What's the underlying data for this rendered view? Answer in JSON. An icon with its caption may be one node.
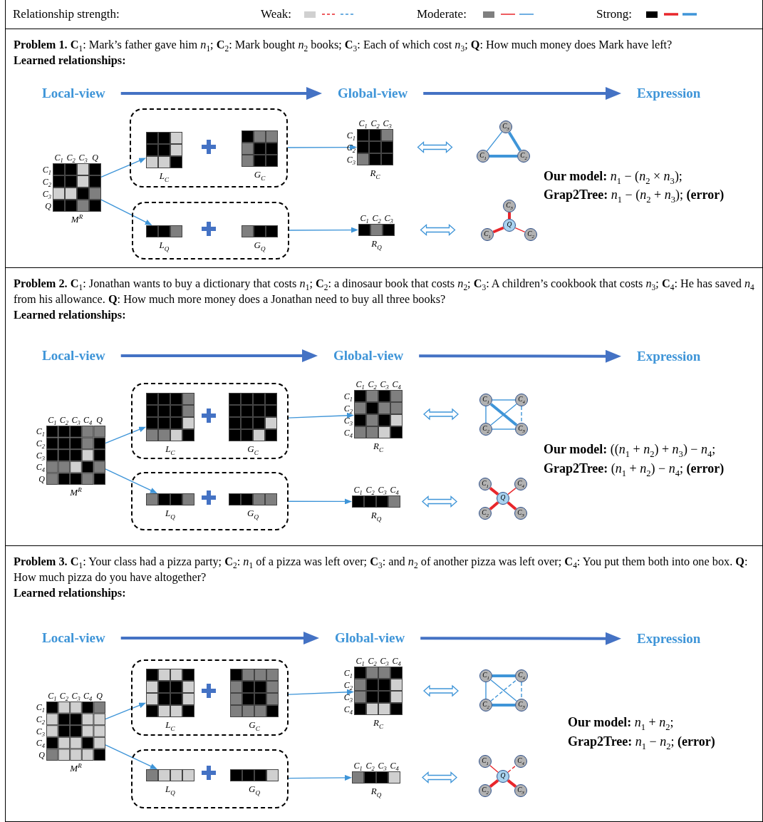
{
  "diagram": {
    "nodes": [
      {
        "text": [
          "**Problem 1.** **C**$_{1}$: Mark’s father gave him *n*$_{1}$; **C**$_{2}$: Mark bought *n*$_{2}$ books; **C**$_{3}$: Each of which cost *n*$_{3}$; **Q**: How much money does Mark have left?",
          "Learned relationships:"
        ]
      },
      {
        "text": [
          "Local-view"
        ],
        "in": 0
      },
      {
        "text": [
          "Global-view"
        ],
        "in": 0
      },
      {
        "text": [
          "Expression"
        ],
        "in": 0
      },
      {
        "text": [
          "M$^{R}$"
        ],
        "beside": [
          "C$_{1}$",
          "C$_{2}$",
          "C$_{3}$",
          "Q",
          "C$_{1}$",
          "C$_{2}$",
          "C$_{3}$",
          "Q"
        ],
        "in": 0
      },
      {
        "text": [],
        "shape": "box",
        "in": 0
      },
      {
        "text": [
          "L$_{C}$"
        ],
        "in": 5
      },
      {
        "text": [
          "G$_{C}$"
        ],
        "in": 5
      },
      {
        "text": [
          "R$_{C}$"
        ],
        "beside": [
          "C$_{1}$",
          "C$_{2}$",
          "C$_{3}$",
          "C$_{1}$",
          "C$_{2}$",
          "C$_{3}$"
        ],
        "in": 0
      },
      {
        "text": [
          "C$_{3}$"
        ],
        "in": 0
      },
      {
        "text": [
          "C$_{1}$"
        ],
        "in": 0
      },
      {
        "text": [
          "C$_{2}$"
        ],
        "in": 0
      },
      {
        "text": [],
        "shape": "box",
        "in": 0
      },
      {
        "text": [
          "L$_{Q}$"
        ],
        "in": 12
      },
      {
        "text": [
          "G$_{Q}$"
        ],
        "in": 12
      },
      {
        "text": [
          "R$_{Q}$"
        ],
        "beside": [
          "C$_{1}$",
          "C$_{2}$",
          "C$_{3}$"
        ],
        "in": 0
      },
      {
        "text": [
          "C$_{3}$"
        ],
        "in": 0
      },
      {
        "text": [
          "Q"
        ],
        "in": 0
      },
      {
        "text": [
          "C$_{1}$"
        ],
        "in": 0
      },
      {
        "text": [
          "C$_{2}$"
        ],
        "in": 0
      },
      {
        "text": [
          "**Problem 2.** **C**$_{1}$: Jonathan wants to buy a dictionary that costs *n*$_{1}$; **C**$_{2}$: a dinosaur book that costs *n*$_{2}$; **C**$_{3}$: A children’s cookbook that costs *n*$_{3}$; **C**$_{4}$: He has saved *n*$_{4}$ from his allowance. **Q**: How much more money does a Jonathan need to buy all three books?",
          "Learned relationships:"
        ]
      },
      {
        "text": [
          "Local-view"
        ],
        "in": 20
      },
      {
        "text": [
          "Global-view"
        ],
        "in": 20
      },
      {
        "text": [
          "Expression"
        ],
        "in": 20
      },
      {
        "text": [
          "M$^{R}$"
        ],
        "beside": [
          "C$_{1}$",
          "C$_{2}$",
          "C$_{3}$",
          "C$_{4}$",
          "Q",
          "C$_{1}$",
          "C$_{2}$",
          "C$_{3}$",
          "C$_{4}$",
          "Q"
        ],
        "in": 20
      },
      {
        "text": [],
        "shape": "box",
        "in": 20
      },
      {
        "text": [
          "L$_{C}$"
        ],
        "in": 25
      },
      {
        "text": [
          "G$_{C}$"
        ],
        "in": 25
      },
      {
        "text": [
          "R$_{C}$"
        ],
        "beside": [
          "C$_{1}$",
          "C$_{2}$",
          "C$_{3}$",
          "C$_{4}$",
          "C$_{1}$",
          "C$_{2}$",
          "C$_{3}$",
          "C$_{4}$"
        ],
        "in": 20
      },
      {
        "text": [
          "C$_{1}$"
        ],
        "in": 20
      },
      {
        "text": [
          "C$_{4}$"
        ],
        "in": 20
      },
      {
        "text": [
          "C$_{2}$"
        ],
        "in": 20
      },
      {
        "text": [
          "C$_{3}$"
        ],
        "in": 20
      },
      {
        "text": [],
        "shape": "box",
        "in": 20
      },
      {
        "text": [
          "L$_{Q}$"
        ],
        "in": 33
      },
      {
        "text": [
          "G$_{Q}$"
        ],
        "in": 33
      },
      {
        "text": [
          "R$_{Q}$"
        ],
        "beside": [
          "C$_{1}$",
          "C$_{2}$",
          "C$_{3}$",
          "C$_{4}$"
        ],
        "in": 20
      },
      {
        "text": [
          "C$_{1}$"
        ],
        "in": 20
      },
      {
        "text": [
          "C$_{4}$"
        ],
        "in": 20
      },
      {
        "text": [
          "Q"
        ],
        "in": 20
      },
      {
        "text": [
          "C$_{2}$"
        ],
        "in": 20
      },
      {
        "text": [
          "C$_{3}$"
        ],
        "in": 20
      },
      {
        "text": [
          "**Problem 3.** **C**$_{1}$: Your class had a pizza party; **C**$_{2}$: *n*$_{1}$ of a pizza was left over; **C**$_{3}$: and *n*$_{2}$ of another pizza was left over; **C**$_{4}$: You put them both into one box. **Q**: How much pizza do you have altogether?",
          "Learned relationships:"
        ]
      },
      {
        "text": [
          "Local-view"
        ],
        "in": 42
      },
      {
        "text": [
          "Global-view"
        ],
        "in": 42
      },
      {
        "text": [
          "Expression"
        ],
        "in": 42
      },
      {
        "text": [
          "M$^{R}$"
        ],
        "beside": [
          "C$_{1}$",
          "C$_{2}$",
          "C$_{3}$",
          "C$_{4}$",
          "Q",
          "C$_{1}$",
          "C$_{2}$",
          "C$_{3}$",
          "C$_{4}$",
          "Q"
        ],
        "in": 42
      },
      {
        "text": [],
        "shape": "box",
        "in": 42
      },
      {
        "text": [
          "L$_{C}$"
        ],
        "in": 47
      },
      {
        "text": [
          "G$_{C}$"
        ],
        "in": 47
      },
      {
        "text": [
          "R$_{C}$"
        ],
        "beside": [
          "C$_{1}$",
          "C$_{2}$",
          "C$_{3}$",
          "C$_{4}$",
          "C$_{1}$",
          "C$_{2}$",
          "C$_{3}$",
          "C$_{4}$"
        ],
        "in": 42
      },
      {
        "text": [
          "C$_{1}$"
        ],
        "in": 42
      },
      {
        "text": [
          "C$_{4}$"
        ],
        "in": 42
      },
      {
        "text": [
          "C$_{2}$"
        ],
        "in": 42
      },
      {
        "text": [
          "C$_{3}$"
        ],
        "in": 42
      },
      {
        "text": [],
        "shape": "box",
        "in": 42
      },
      {
        "text": [
          "L$_{Q}$"
        ],
        "in": 55
      },
      {
        "text": [
          "G$_{Q}$"
        ],
        "in": 55
      },
      {
        "text": [
          "R$_{Q}$"
        ],
        "beside": [
          "C$_{1}$",
          "C$_{2}$",
          "C$_{3}$",
          "C$_{4}$"
        ],
        "in": 42
      },
      {
        "text": [
          "C$_{1}$"
        ],
        "in": 42
      },
      {
        "text": [
          "C$_{4}$"
        ],
        "in": 42
      },
      {
        "text": [
          "Q"
        ],
        "in": 42
      },
      {
        "text": [
          "C$_{2}$"
        ],
        "in": 42
      },
      {
        "text": [
          "C$_{3}$"
        ],
        "in": 42
      }
    ],
    "edges": [
      {
        "from": 1,
        "to": 2,
        "arrow": "to",
        "style": "thick",
        "color": "#4472c4"
      },
      {
        "from": 2,
        "to": 3,
        "arrow": "to",
        "style": "thick",
        "color": "#4472c4"
      },
      {
        "from": 4,
        "to": 6,
        "arrow": "to"
      },
      {
        "from": 4,
        "to": 13,
        "arrow": "to"
      },
      {
        "from": 5,
        "to": 8,
        "arrow": "to"
      },
      {
        "from": 12,
        "to": 15,
        "arrow": "to"
      },
      {
        "from": 8,
        "to": 10,
        "arrow": "both"
      },
      {
        "from": 15,
        "to": 18,
        "arrow": "both"
      },
      {
        "from": 9,
        "to": 10,
        "arrow": "none"
      },
      {
        "from": 9,
        "to": 11,
        "arrow": "none",
        "style": "thick"
      },
      {
        "from": 10,
        "to": 11,
        "arrow": "none",
        "style": "thick"
      },
      {
        "from": 17,
        "to": 16,
        "arrow": "none",
        "style": "thick",
        "color": "#e8262b"
      },
      {
        "from": 17,
        "to": 18,
        "arrow": "none",
        "style": "thick",
        "color": "#e8262b"
      },
      {
        "from": 17,
        "to": 19,
        "arrow": "none",
        "color": "#e8262b"
      },
      {
        "from": 21,
        "to": 22,
        "arrow": "to",
        "style": "thick",
        "color": "#4472c4"
      },
      {
        "from": 22,
        "to": 23,
        "arrow": "to",
        "style": "thick",
        "color": "#4472c4"
      },
      {
        "from": 24,
        "to": 26,
        "arrow": "to"
      },
      {
        "from": 24,
        "to": 34,
        "arrow": "to"
      },
      {
        "from": 25,
        "to": 28,
        "arrow": "to"
      },
      {
        "from": 33,
        "to": 36,
        "arrow": "to"
      },
      {
        "from": 28,
        "to": 29,
        "arrow": "both"
      },
      {
        "from": 36,
        "to": 40,
        "arrow": "both"
      },
      {
        "from": 29,
        "to": 30,
        "arrow": "none"
      },
      {
        "from": 29,
        "to": 31,
        "arrow": "none"
      },
      {
        "from": 29,
        "to": 32,
        "arrow": "none",
        "style": "thick"
      },
      {
        "from": 31,
        "to": 30,
        "arrow": "none"
      },
      {
        "from": 31,
        "to": 32,
        "arrow": "none"
      },
      {
        "from": 30,
        "to": 32,
        "arrow": "none",
        "style": "dashed"
      },
      {
        "from": 39,
        "to": 37,
        "arrow": "none",
        "style": "thick",
        "color": "#e8262b"
      },
      {
        "from": 39,
        "to": 38,
        "arrow": "none",
        "color": "#e8262b"
      },
      {
        "from": 39,
        "to": 40,
        "arrow": "none",
        "style": "thick",
        "color": "#e8262b"
      },
      {
        "from": 39,
        "to": 41,
        "arrow": "none",
        "style": "thick",
        "color": "#e8262b"
      },
      {
        "from": 43,
        "to": 44,
        "arrow": "to",
        "style": "thick",
        "color": "#4472c4"
      },
      {
        "from": 44,
        "to": 45,
        "arrow": "to",
        "style": "thick",
        "color": "#4472c4"
      },
      {
        "from": 46,
        "to": 48,
        "arrow": "to"
      },
      {
        "from": 46,
        "to": 56,
        "arrow": "to"
      },
      {
        "from": 47,
        "to": 50,
        "arrow": "to"
      },
      {
        "from": 55,
        "to": 58,
        "arrow": "to"
      },
      {
        "from": 50,
        "to": 51,
        "arrow": "both"
      },
      {
        "from": 58,
        "to": 62,
        "arrow": "both"
      },
      {
        "from": 51,
        "to": 52,
        "arrow": "none",
        "style": "thick"
      },
      {
        "from": 51,
        "to": 53,
        "arrow": "none"
      },
      {
        "from": 51,
        "to": 54,
        "arrow": "none"
      },
      {
        "from": 53,
        "to": 52,
        "arrow": "none",
        "style": "dashed"
      },
      {
        "from": 52,
        "to": 54,
        "arrow": "none",
        "style": "dashed"
      },
      {
        "from": 53,
        "to": 54,
        "arrow": "none",
        "style": "thick"
      },
      {
        "from": 61,
        "to": 59,
        "arrow": "none",
        "color": "#e8262b"
      },
      {
        "from": 61,
        "to": 60,
        "arrow": "none",
        "style": "dashed",
        "color": "#e8262b"
      },
      {
        "from": 61,
        "to": 62,
        "arrow": "none",
        "style": "thick",
        "color": "#e8262b"
      },
      {
        "from": 61,
        "to": 63,
        "arrow": "none",
        "style": "thick",
        "color": "#e8262b"
      }
    ],
    "labels": [
      "Relationship strength:",
      "**Our model:** *n*$_{1}$ − (*n*$_{2}$ × *n*$_{3}$);",
      "**Grap2Tree:** *n*$_{1}$ − (*n*$_{2}$ + *n*$_{3}$); **(error)**",
      "**Our model:** ((*n*$_{1}$ + *n*$_{2}$) + *n*$_{3}$) − *n*$_{4}$;",
      "**Grap2Tree:** (*n*$_{1}$ + *n*$_{2}$) − *n*$_{4}$; **(error)**",
      "**Our model:** *n*$_{1}$ + *n*$_{2}$;",
      "**Grap2Tree:** *n*$_{1}$ − *n*$_{2}$; **(error)**"
    ],
    "legend": [
      {
        "text": "Weak:",
        "color": "#d0d0d0"
      },
      {
        "text": "Moderate:",
        "color": "#7f7f7f"
      },
      {
        "text": "Strong:",
        "color": "#000000"
      }
    ]
  }
}
